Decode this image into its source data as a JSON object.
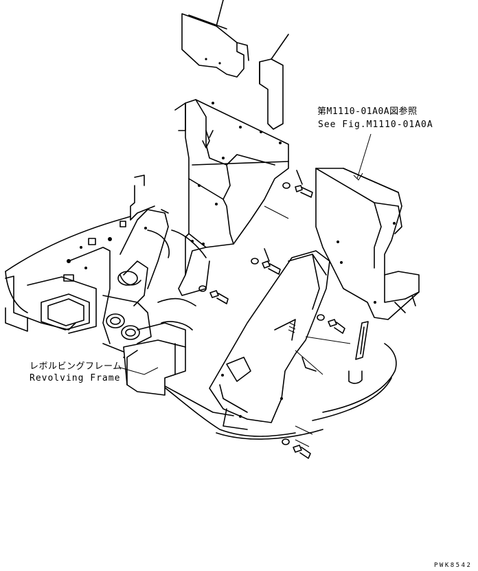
{
  "labels": {
    "ref_jp": "第M1110-01A0A図参照",
    "ref_en": "See Fig.M1110-01A0A",
    "frame_jp": "レボルビングフレーム",
    "frame_en": "Revolving Frame",
    "drawing_code": "PWK8542"
  },
  "colors": {
    "ink": "#000000",
    "paper": "#ffffff"
  }
}
